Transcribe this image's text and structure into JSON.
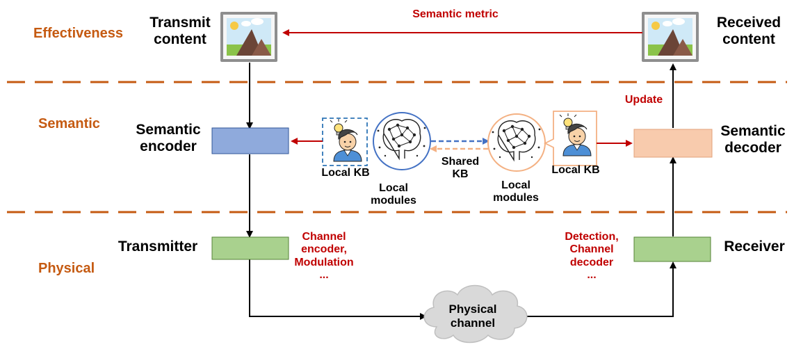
{
  "layers": {
    "effectiveness": "Effectiveness",
    "semantic": "Semantic",
    "physical": "Physical"
  },
  "transmit_content": {
    "line1": "Transmit",
    "line2": "content"
  },
  "received_content": {
    "line1": "Received",
    "line2": "content"
  },
  "semantic_metric": "Semantic metric",
  "update": "Update",
  "semantic_encoder": {
    "line1": "Semantic",
    "line2": "encoder"
  },
  "semantic_decoder": {
    "line1": "Semantic",
    "line2": "decoder"
  },
  "local_kb_left": "Local KB",
  "local_kb_right": "Local KB",
  "local_modules_left": {
    "line1": "Local",
    "line2": "modules"
  },
  "local_modules_right": {
    "line1": "Local",
    "line2": "modules"
  },
  "shared_kb": {
    "line1": "Shared",
    "line2": "KB"
  },
  "transmitter": "Transmitter",
  "receiver": "Receiver",
  "tx_ops": {
    "line1": "Channel",
    "line2": "encoder,",
    "line3": "Modulation",
    "line4": "..."
  },
  "rx_ops": {
    "line1": "Detection,",
    "line2": "Channel",
    "line3": "decoder",
    "line4": "..."
  },
  "physical_channel": {
    "line1": "Physical",
    "line2": "channel"
  },
  "colors": {
    "layer_text": "#c55a11",
    "red": "#c00000",
    "encoder_box": "#8faadc",
    "decoder_box": "#f8cbad",
    "phys_box": "#a9d18e",
    "dashed_blue": "#4472c4",
    "dashed_orange": "#f4b183"
  }
}
